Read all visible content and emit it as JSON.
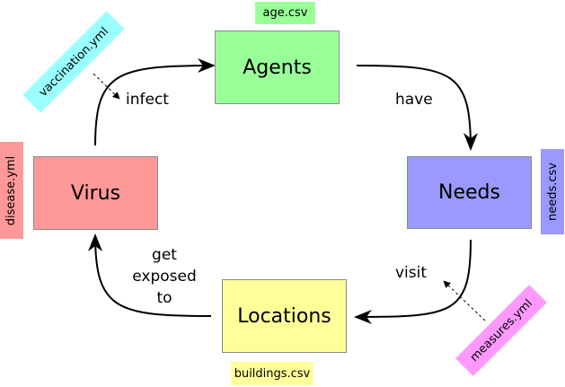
{
  "nodes": {
    "agents": {
      "label": "Agents",
      "color": "#99ff99"
    },
    "needs": {
      "label": "Needs",
      "color": "#9999ff"
    },
    "locations": {
      "label": "Locations",
      "color": "#ffff99"
    },
    "virus": {
      "label": "Virus",
      "color": "#ff9999"
    }
  },
  "files": {
    "age": {
      "label": "age.csv",
      "color": "#99ff99"
    },
    "needs": {
      "label": "needs.csv",
      "color": "#9999ff"
    },
    "buildings": {
      "label": "buildings.csv",
      "color": "#ffff99"
    },
    "disease": {
      "label": "disease.yml",
      "color": "#ff9999"
    },
    "vaccination": {
      "label": "vaccination.yml",
      "color": "#99ffff"
    },
    "measures": {
      "label": "measures.yml",
      "color": "#ff99ff"
    }
  },
  "edges": {
    "infect": "infect",
    "have": "have",
    "visit": "visit",
    "get_exposed_to": [
      "get",
      "exposed",
      "to"
    ]
  }
}
